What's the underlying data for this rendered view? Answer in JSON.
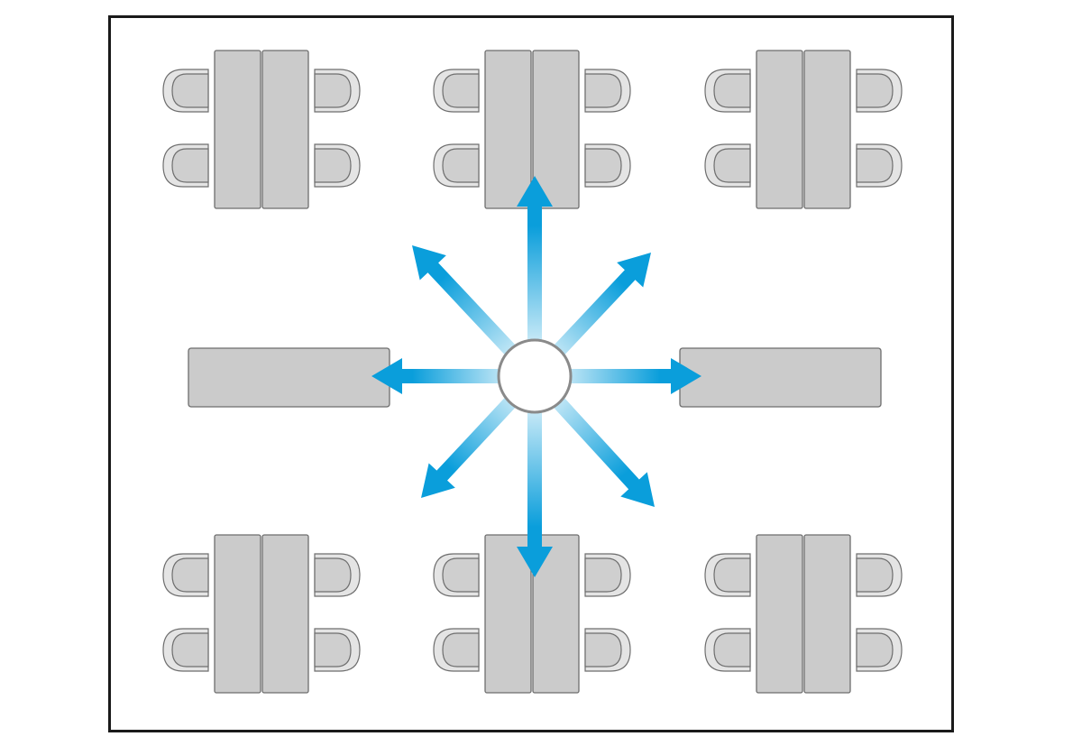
{
  "diagram": {
    "title": "",
    "colors": {
      "frame": "#1a1a1a",
      "table_fill": "#cbcbcb",
      "table_stroke": "#6e6e6e",
      "chair_back": "#e4e4e4",
      "chair_seat": "#cfcfcf",
      "arrow": "#0a9edb",
      "hub_stroke": "#8a8a8a"
    },
    "table_groups": 6,
    "chairs_per_group": 4,
    "long_tables": 2,
    "arrow_count": 8
  }
}
